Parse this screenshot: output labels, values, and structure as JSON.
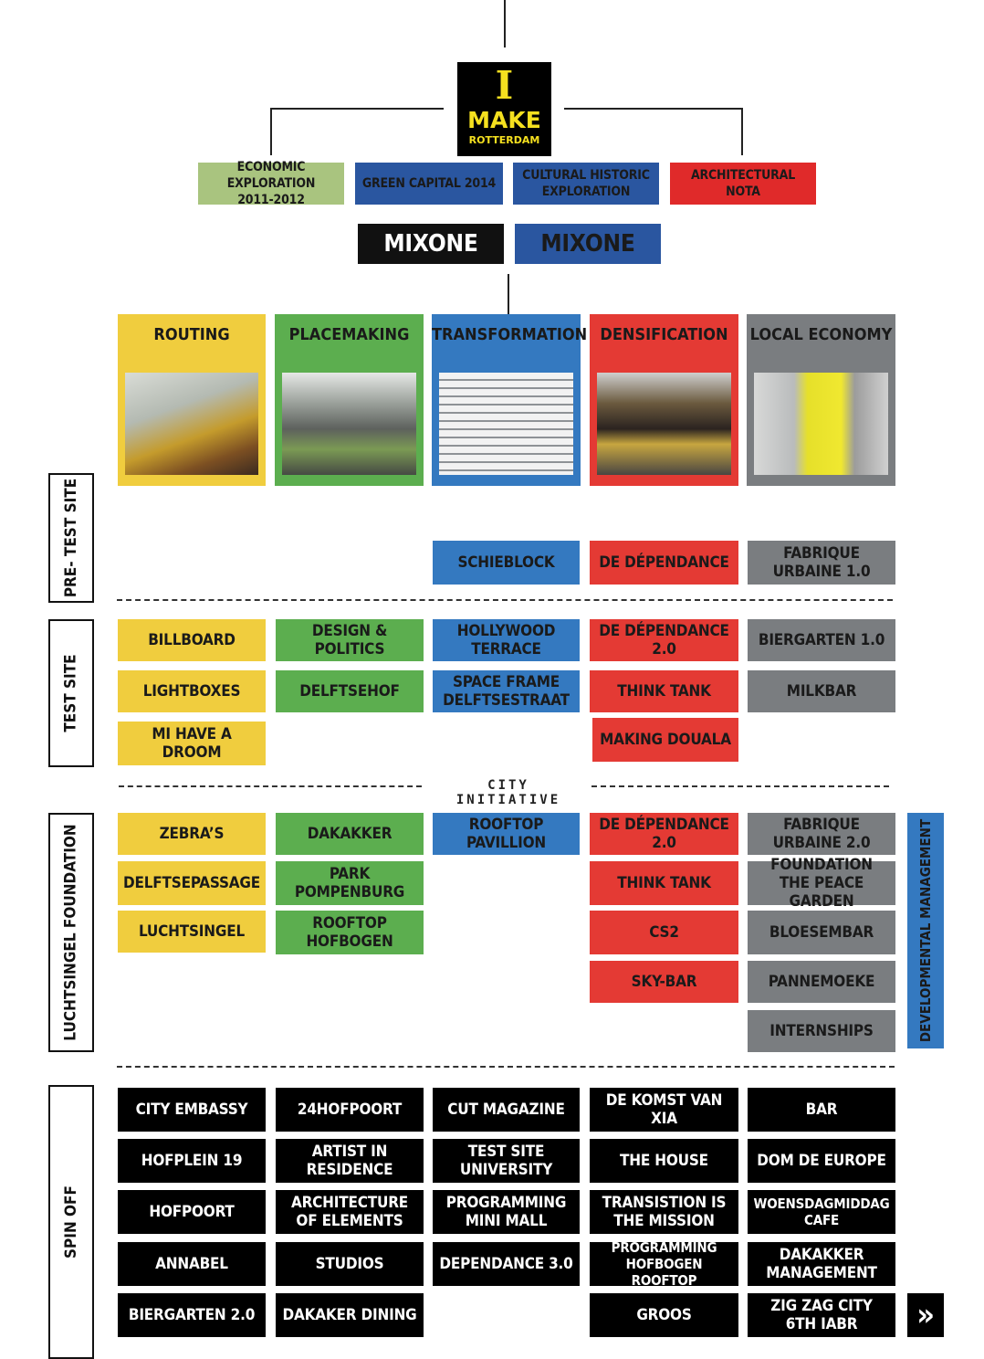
{
  "logo": {
    "line1": "I",
    "line2": "MAKE",
    "line3": "ROTTERDAM"
  },
  "sources": [
    {
      "label": "ECONOMIC EXPLORATION\n2011-2012",
      "color": "#a9c47f"
    },
    {
      "label": "GREEN CAPITAL 2014",
      "color": "#2a56a0"
    },
    {
      "label": "CULTURAL HISTORIC\nEXPLORATION",
      "color": "#2a56a0"
    },
    {
      "label": "ARCHITECTURAL NOTA",
      "color": "#e02a2a"
    }
  ],
  "mixone": [
    "MIXONE",
    "MIXONE"
  ],
  "themes": [
    {
      "title": "ROUTING",
      "color": "#f0cd3e"
    },
    {
      "title": "PLACEMAKING",
      "color": "#5cae4f"
    },
    {
      "title": "TRANSFORMATION",
      "color": "#3479c0"
    },
    {
      "title": "DENSIFICATION",
      "color": "#e43a34"
    },
    {
      "title": "LOCAL ECONOMY",
      "color": "#7a7d80"
    }
  ],
  "phases": {
    "pre_test_site": "PRE- TEST SITE",
    "test_site": "TEST SITE",
    "luchtsingel_foundation": "LUCHTSINGEL FOUNDATION",
    "spin_off": "SPIN OFF"
  },
  "city_initiative": "CITY INITIATIVE",
  "developmental_management": "DEVELOPMENTAL MANAGEMENT",
  "pre_test": {
    "transformation": [
      "SCHIEBLOCK"
    ],
    "densification": [
      "DE DÉPENDANCE"
    ],
    "local_economy": [
      "FABRIQUE\nURBAINE 1.0"
    ]
  },
  "test": {
    "routing": [
      "BILLBOARD",
      "LIGHTBOXES",
      "MI HAVE A DROOM"
    ],
    "placemaking": [
      "DESIGN &\nPOLITICS",
      "DELFTSEHOF"
    ],
    "transformation": [
      "HOLLYWOOD\nTERRACE",
      "SPACE FRAME\nDELFTSESTRAAT"
    ],
    "densification": [
      "DE DÉPENDANCE\n2.0",
      "THINK TANK",
      "MAKING DOUALA"
    ],
    "local_economy": [
      "BIERGARTEN 1.0",
      "MILKBAR"
    ]
  },
  "foundation": {
    "routing": [
      "ZEBRA’S",
      "DELFTSEPASSAGE",
      "LUCHTSINGEL"
    ],
    "placemaking": [
      "DAKAKKER",
      "PARK\nPOMPENBURG",
      "ROOFTOP\nHOFBOGEN"
    ],
    "transformation": [
      "ROOFTOP\nPAVILLION"
    ],
    "densification": [
      "DE DÉPENDANCE\n2.0",
      "THINK TANK",
      "CS2",
      "SKY-BAR"
    ],
    "local_economy": [
      "FABRIQUE\nURBAINE 2.0",
      "FOUNDATION\nTHE PEACE GARDEN",
      "BLOESEMBAR",
      "PANNEMOEKE",
      "INTERNSHIPS"
    ]
  },
  "spin_off": {
    "col1": [
      "CITY EMBASSY",
      "HOFPLEIN 19",
      "HOFPOORT",
      "ANNABEL",
      "BIERGARTEN 2.0"
    ],
    "col2": [
      "24HOFPOORT",
      "ARTIST IN\nRESIDENCE",
      "ARCHITECTURE\nOF ELEMENTS",
      "STUDIOS",
      "DAKAKER DINING"
    ],
    "col3": [
      "CUT MAGAZINE",
      "TEST SITE\nUNIVERSITY",
      "PROGRAMMING\nMINI MALL",
      "DEPENDANCE 3.0"
    ],
    "col4": [
      "DE KOMST VAN XIA",
      "THE HOUSE",
      "TRANSISTION IS\nTHE MISSION",
      "PROGRAMMING\nHOFBOGEN ROOFTOP",
      "GROOS"
    ],
    "col5": [
      "BAR",
      "DOM DE EUROPE",
      "WOENSDAGMIDDAG\nCAFE",
      "DAKAKKER\nMANAGEMENT",
      "ZIG ZAG CITY\n6TH IABR"
    ]
  },
  "next_arrow": "»"
}
